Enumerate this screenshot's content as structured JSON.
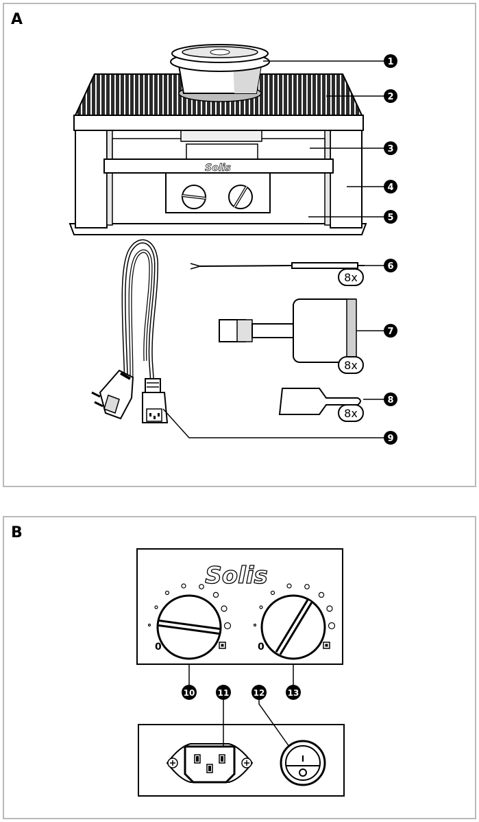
{
  "panels": [
    {
      "letter": "A"
    },
    {
      "letter": "B"
    }
  ],
  "brand": "Solis",
  "callouts_a": [
    "1",
    "2",
    "3",
    "4",
    "5",
    "6",
    "7",
    "8",
    "9"
  ],
  "callouts_b": [
    "10",
    "11",
    "12",
    "13"
  ],
  "quantity_label": "8x",
  "knob_zero_label": "0",
  "switch_on_mark": "I"
}
